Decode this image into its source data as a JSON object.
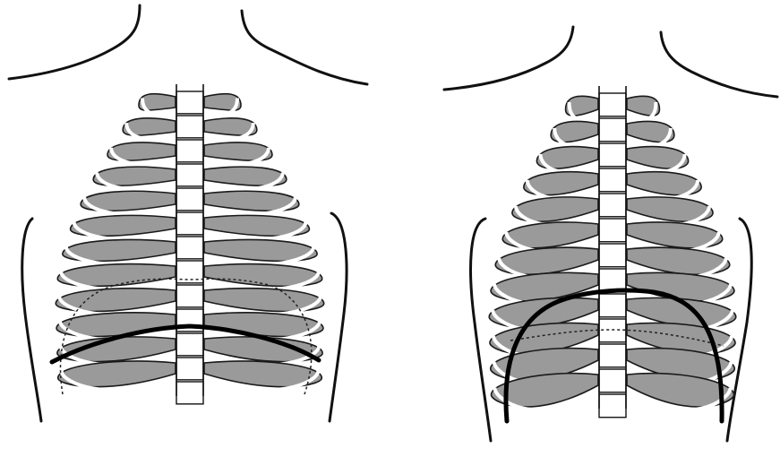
{
  "figure": {
    "panels": [
      {
        "id": "left",
        "diaphragm": "low"
      },
      {
        "id": "right",
        "diaphragm": "high"
      }
    ],
    "colors": {
      "background": "#ffffff",
      "rib_fill": "#9a9a9a",
      "rib_stroke": "#1a1a1a",
      "spine_fill": "#ffffff",
      "outline": "#111111"
    }
  }
}
